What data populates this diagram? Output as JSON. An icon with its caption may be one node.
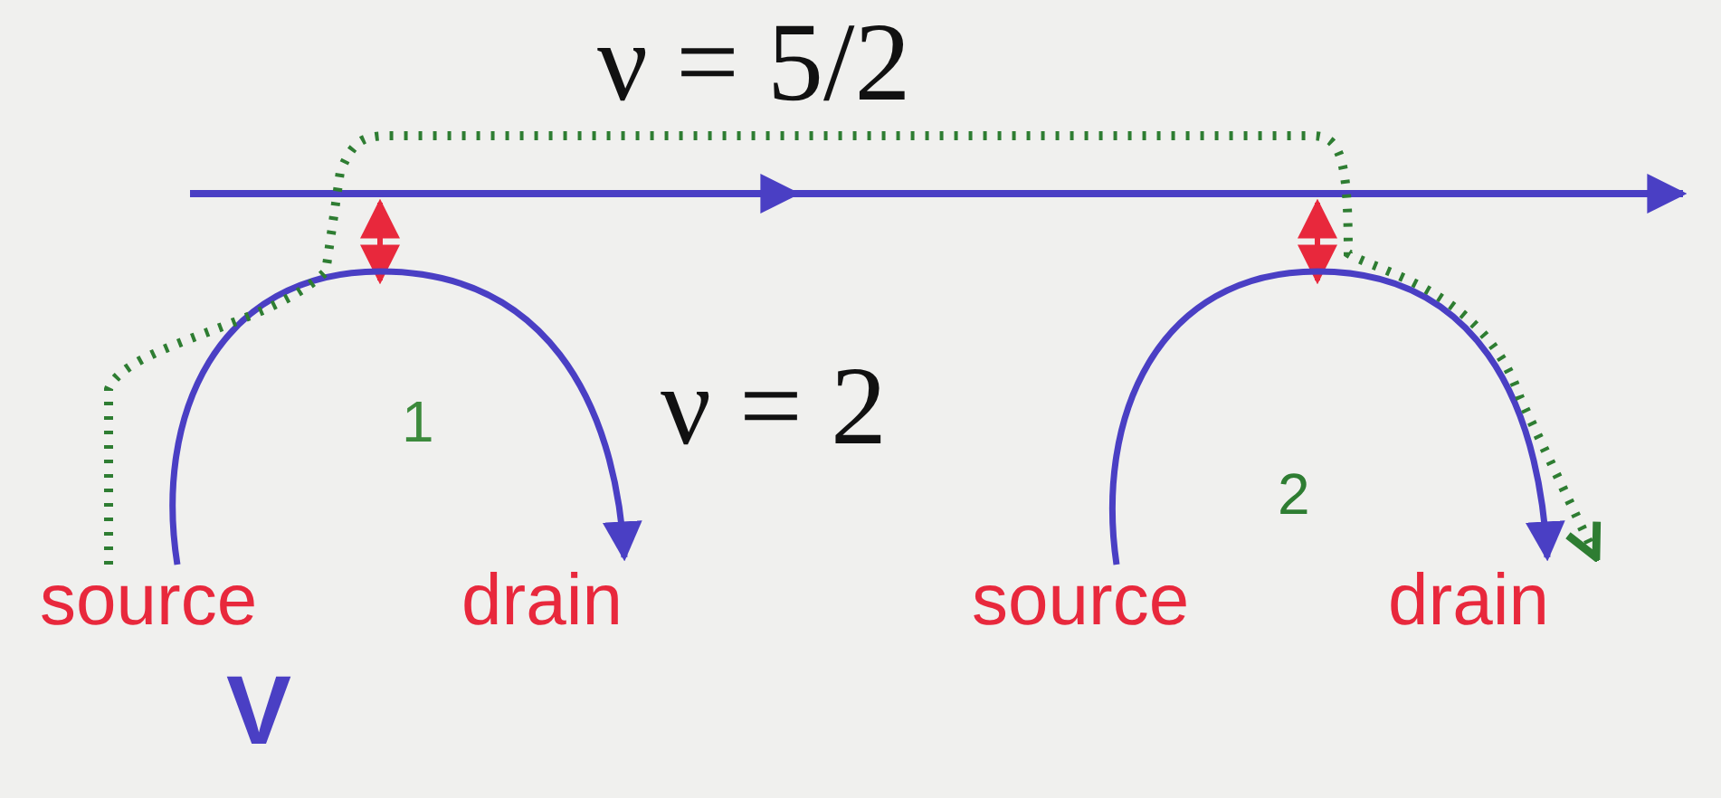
{
  "diagram": {
    "nodes": [
      {
        "text": [
          "source"
        ]
      },
      {
        "text": [
          "drain"
        ]
      },
      {
        "text": [
          "source"
        ]
      },
      {
        "text": [
          "drain"
        ]
      }
    ],
    "edges": [
      {
        "from": 0,
        "to": 1,
        "arrow": "to"
      },
      {
        "from": 2,
        "to": 3,
        "arrow": "to"
      },
      {
        "from": 0,
        "to": 3,
        "arrow": "to",
        "style": "dashed",
        "color": "#2e7d32"
      }
    ],
    "labels": [
      "ν = 5/2",
      "1",
      "ν = 2",
      "2",
      "V"
    ]
  }
}
